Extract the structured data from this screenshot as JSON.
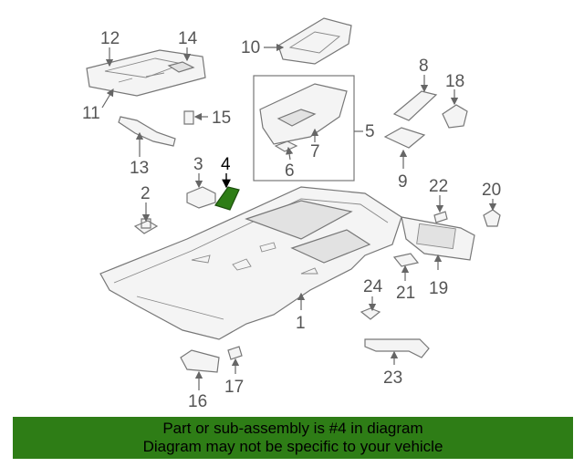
{
  "callouts": {
    "n1": "1",
    "n2": "2",
    "n3": "3",
    "n4": "4",
    "n5": "5",
    "n6": "6",
    "n7": "7",
    "n8": "8",
    "n9": "9",
    "n10": "10",
    "n11": "11",
    "n12": "12",
    "n13": "13",
    "n14": "14",
    "n15": "15",
    "n16": "16",
    "n17": "17",
    "n18": "18",
    "n19": "19",
    "n20": "20",
    "n21": "21",
    "n22": "22",
    "n23": "23",
    "n24": "24"
  },
  "highlight": {
    "part": "4",
    "color": "#2e7d16"
  },
  "banner": {
    "line1": "Part or sub-assembly is #4 in diagram",
    "line2": "Diagram may not be specific to your vehicle",
    "color": "#2e7d16"
  }
}
